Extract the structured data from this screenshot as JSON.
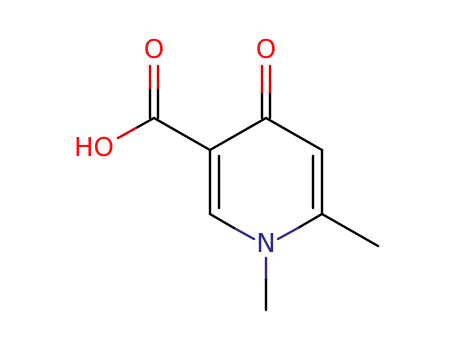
{
  "molecule": {
    "atoms": {
      "carbonyl_oxygen_acid": {
        "label": "O"
      },
      "hydroxyl": {
        "label": "HO"
      },
      "ketone_oxygen": {
        "label": "O"
      },
      "ring_nitrogen": {
        "label": "N"
      }
    },
    "colors": {
      "bond": "#000000",
      "oxygen": "#ff0d0d",
      "nitrogen": "#3050f8",
      "nitrogen_bond": "#2a2a8c",
      "oxygen_bond": "#e00000"
    }
  }
}
